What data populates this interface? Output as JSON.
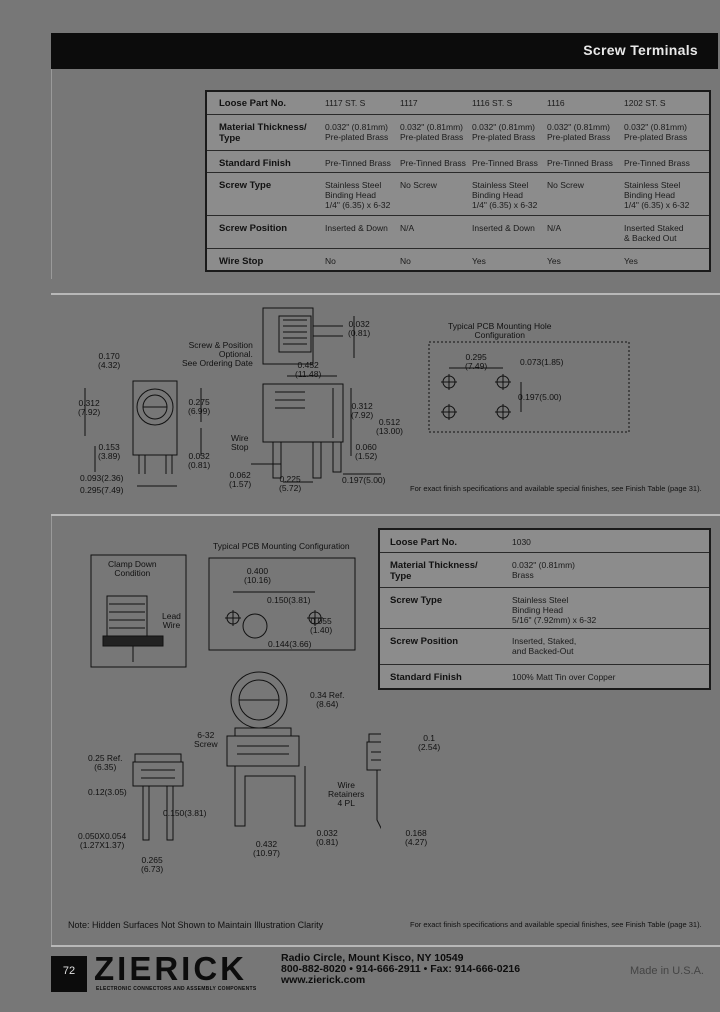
{
  "header": {
    "title": "Screw Terminals"
  },
  "table1": {
    "columns": [
      "Loose Part No.",
      "1117 ST. S",
      "1117",
      "1116 ST. S",
      "1116",
      "1202 ST. S"
    ],
    "rows": [
      {
        "label": "Material Thickness/\nType",
        "cells": [
          "0.032\" (0.81mm)\nPre-plated Brass",
          "0.032\" (0.81mm)\nPre-plated Brass",
          "0.032\" (0.81mm)\nPre-plated Brass",
          "0.032\" (0.81mm)\nPre-plated Brass",
          "0.032\" (0.81mm)\nPre-plated Brass"
        ]
      },
      {
        "label": "Standard Finish",
        "cells": [
          "Pre-Tinned Brass",
          "Pre-Tinned Brass",
          "Pre-Tinned Brass",
          "Pre-Tinned Brass",
          "Pre-Tinned Brass"
        ]
      },
      {
        "label": "Screw Type",
        "cells": [
          "Stainless Steel\nBinding Head\n1/4\" (6.35) x 6-32",
          "No Screw",
          "Stainless Steel\nBinding Head\n1/4\" (6.35) x 6-32",
          "No Screw",
          "Stainless Steel\nBinding Head\n1/4\" (6.35) x 6-32"
        ]
      },
      {
        "label": "Screw Position",
        "cells": [
          "Inserted & Down",
          "N/A",
          "Inserted & Down",
          "N/A",
          "Inserted Staked\n& Backed Out"
        ]
      },
      {
        "label": "Wire Stop",
        "cells": [
          "No",
          "No",
          "Yes",
          "Yes",
          "Yes"
        ]
      }
    ]
  },
  "drawing1": {
    "dims": {
      "d0032": "0.032\n(0.81)",
      "screwpos": "Screw & Position\nOptional.\nSee Ordering Date",
      "d0170": "0.170\n(4.32)",
      "d0452": "0.452\n(11.48)",
      "d0312a": "0.312\n(7.92)",
      "d0275": "0.275\n(6.99)",
      "d0312b": "0.312\n(7.92)",
      "d0512": "0.512\n(13.00)",
      "d0153": "0.153\n(3.89)",
      "d0032b": "0.032\n(0.81)",
      "wirestop": "Wire\nStop",
      "d0060": "0.060\n(1.52)",
      "d0093": "0.093(2.36)",
      "d0295": "0.295(7.49)",
      "d0062": "0.062\n(1.57)",
      "d0225": "0.225\n(5.72)",
      "d0197": "0.197(5.00)"
    },
    "pcb": {
      "title": "Typical PCB Mounting Hole\nConfiguration",
      "d0295": "0.295\n(7.49)",
      "d0073": "0.073(1.85)",
      "d0197": "0.197(5.00)"
    },
    "note": "For exact finish specifications and available special finishes, see Finish Table (page 31)."
  },
  "table2": {
    "rows": [
      {
        "label": "Loose Part No.",
        "value": "1030"
      },
      {
        "label": "Material Thickness/\nType",
        "value": "0.032\" (0.81mm)\nBrass"
      },
      {
        "label": "Screw Type",
        "value": "Stainless Steel\nBinding Head\n5/16\" (7.92mm) x 6-32"
      },
      {
        "label": "Screw Position",
        "value": "Inserted, Staked,\nand Backed-Out"
      },
      {
        "label": "Standard Finish",
        "value": "100% Matt Tin over Copper"
      }
    ]
  },
  "drawing2": {
    "clamp": {
      "title": "Clamp Down\nCondition",
      "lead": "Lead\nWire"
    },
    "pcb": {
      "title": "Typical PCB Mounting Configuration",
      "d0400": "0.400\n(10.16)",
      "d0150": "0.150(3.81)",
      "d0055": "0.055\n(1.40)",
      "d0144": "0.144(3.66)"
    },
    "dims": {
      "d034": "0.34 Ref.\n(8.64)",
      "screw632": "6-32\nScrew",
      "d01": "0.1\n(2.54)",
      "d025": "0.25 Ref.\n(6.35)",
      "d012": "0.12(3.05)",
      "wireret": "Wire\nRetainers\n4 PL",
      "d0150": "0.150(3.81)",
      "d0050": "0.050X0.054\n(1.27X1.37)",
      "d0265": "0.265\n(6.73)",
      "d0432": "0.432\n(10.97)",
      "d0032": "0.032\n(0.81)",
      "d0168": "0.168\n(4.27)"
    },
    "note_left": "Note: Hidden Surfaces Not Shown to Maintain Illustration Clarity",
    "note_right": "For exact finish specifications and available special finishes, see Finish Table (page 31)."
  },
  "footer": {
    "page": "72",
    "logo": "ZIERICK",
    "tagline": "ELECTRONIC CONNECTORS AND ASSEMBLY COMPONENTS",
    "address": "Radio Circle, Mount Kisco, NY 10549",
    "phones": "800-882-8020 • 914-666-2911 • Fax: 914-666-0216",
    "web": "www.zierick.com",
    "made": "Made in U.S.A."
  }
}
